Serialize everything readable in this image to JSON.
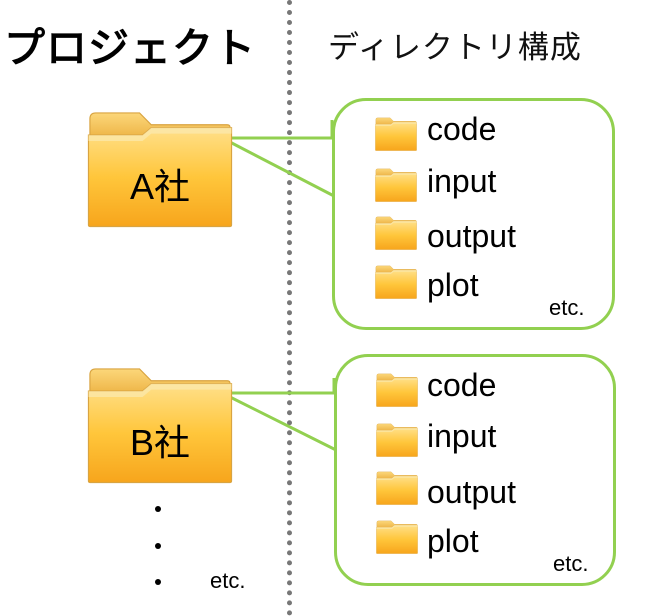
{
  "header": {
    "left_title": "プロジェクト",
    "right_title": "ディレクトリ構成"
  },
  "projects": [
    {
      "label": "A社",
      "directories": [
        "code",
        "input",
        "output",
        "plot"
      ],
      "etc": "etc."
    },
    {
      "label": "B社",
      "directories": [
        "code",
        "input",
        "output",
        "plot"
      ],
      "etc": "etc."
    }
  ],
  "more": {
    "etc": "etc."
  },
  "colors": {
    "callout_border": "#92d050",
    "folder_light": "#ffd966",
    "folder_dark": "#f5a623",
    "divider": "#777777"
  },
  "icons": {
    "folder": "folder-icon"
  }
}
